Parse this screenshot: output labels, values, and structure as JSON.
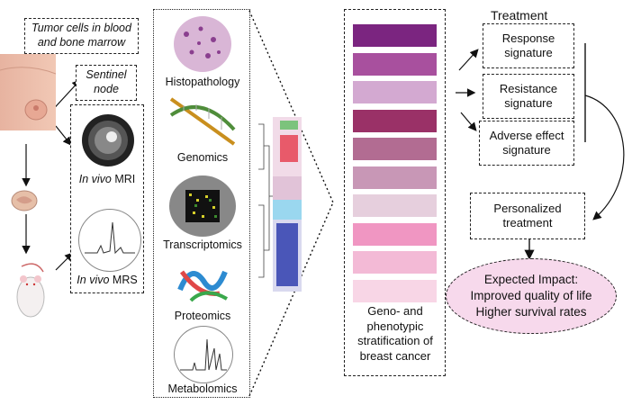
{
  "left": {
    "tumor_cells": "Tumor cells in blood and bone marrow",
    "sentinel_node": "Sentinel node"
  },
  "imaging": {
    "mri_prefix": "In vivo",
    "mri_suffix": " MRI",
    "mrs_prefix": "In vivo",
    "mrs_suffix": " MRS"
  },
  "omics": {
    "histopathology": "Histopathology",
    "genomics": "Genomics",
    "transcriptomics": "Transcriptomics",
    "proteomics": "Proteomics",
    "metabolomics": "Metabolomics"
  },
  "stratification": {
    "label": "Geno- and phenotypic stratification of breast cancer",
    "colors": [
      "#7b2580",
      "#a8509e",
      "#d3a9d1",
      "#9a3167",
      "#b26c92",
      "#c897b6",
      "#e6cfdd",
      "#f096c2",
      "#f3bad6",
      "#f8d6e6"
    ]
  },
  "treatment": {
    "title": "Treatment",
    "response": "Response signature",
    "resistance": "Resistance signature",
    "adverse": "Adverse effect signature",
    "personalized": "Personalized treatment"
  },
  "impact": {
    "title": "Expected Impact:",
    "line1": "Improved quality of life",
    "line2": "Higher survival rates",
    "fill": "#f7d9ec"
  }
}
